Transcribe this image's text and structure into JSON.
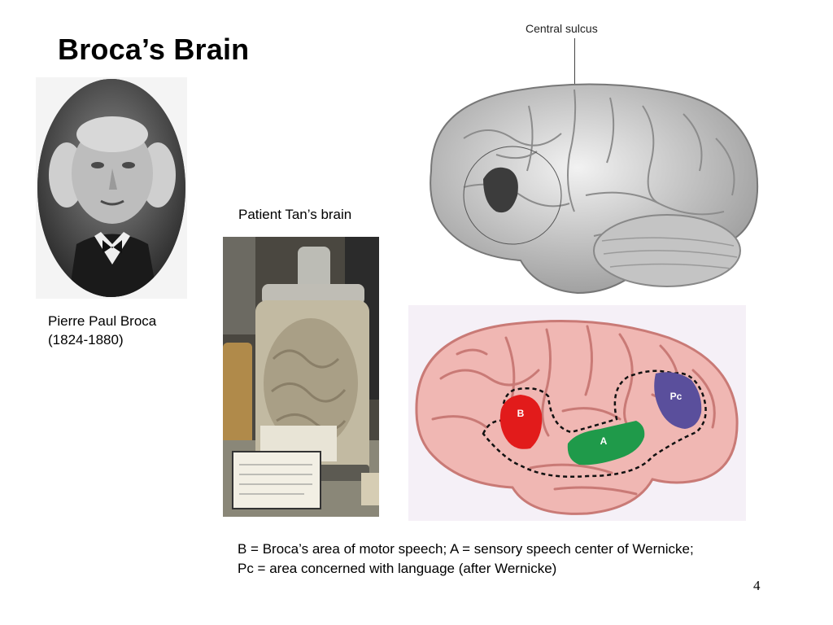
{
  "slide": {
    "title": "Broca’s Brain",
    "portrait_caption": {
      "line1": "Pierre Paul Broca",
      "line2": "(1824-1880)"
    },
    "jar_caption": "Patient Tan’s brain",
    "sulcus_label": "Central sulcus",
    "diagram_labels": {
      "b": "B",
      "a": "A",
      "pc": "Pc"
    },
    "legend": {
      "line1": "B = Broca’s area of motor speech; A = sensory speech center of Wernicke;",
      "line2": "Pc = area concerned with language  (after Wernicke)"
    },
    "page_number": "4"
  },
  "colors": {
    "broca_area": "#e21b1b",
    "wernicke_area": "#1f9a4a",
    "pc_area": "#5a4f9c",
    "cortex": "#f0b7b3",
    "cortex_folds": "#c97a76"
  }
}
